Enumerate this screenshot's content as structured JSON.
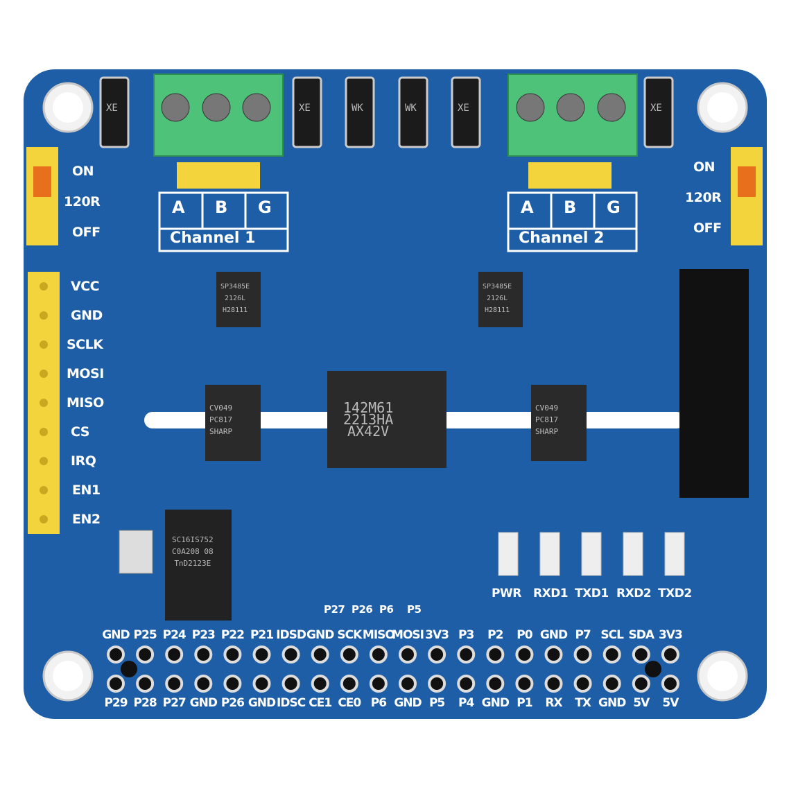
{
  "board": {
    "colors": {
      "pcb": "#1e5ea6",
      "terminal": "#4fc27a",
      "header": "#f3d43c",
      "silk": "#ffffff",
      "chip": "#2a2a2a"
    },
    "channel1": {
      "label": "Channel  1",
      "terminals": [
        "A",
        "B",
        "G"
      ]
    },
    "channel2": {
      "label": "Channel  2",
      "terminals": [
        "A",
        "B",
        "G"
      ]
    },
    "jumper_left": [
      "ON",
      "120R",
      "OFF"
    ],
    "jumper_right": [
      "ON",
      "120R",
      "OFF"
    ],
    "spi_header": [
      "VCC",
      "GND",
      "SCLK",
      "MOSI",
      "MISO",
      "CS",
      "IRQ",
      "EN1",
      "EN2"
    ],
    "leds": [
      "PWR",
      "RXD1",
      "TXD1",
      "RXD2",
      "TXD2"
    ],
    "pads": [
      "P27",
      "P26",
      "P6",
      "P5"
    ],
    "gpio_top": [
      "GND",
      "P25",
      "P24",
      "P23",
      "P22",
      "P21",
      "IDSD",
      "GND",
      "SCK",
      "MISO",
      "MOSI",
      "3V3",
      "P3",
      "P2",
      "P0",
      "GND",
      "P7",
      "SCL",
      "SDA",
      "3V3"
    ],
    "gpio_bottom": [
      "P29",
      "P28",
      "P27",
      "GND",
      "P26",
      "GND",
      "IDSC",
      "CE1",
      "CE0",
      "P6",
      "GND",
      "P5",
      "P4",
      "GND",
      "P1",
      "RX",
      "TX",
      "GND",
      "5V",
      "5V"
    ],
    "chip_markings": {
      "main": "142M61\n2213HA\nAX42V",
      "spi_uart": "SC16IS752\nC0A208 08\nTnD2123E",
      "opto": "CV049\nPC817\nSHARP",
      "transceiver": "SP3485E\n2126L\nH28111",
      "diodes": [
        "XE",
        "XE",
        "WK",
        "WK",
        "XE",
        "XE"
      ]
    }
  }
}
